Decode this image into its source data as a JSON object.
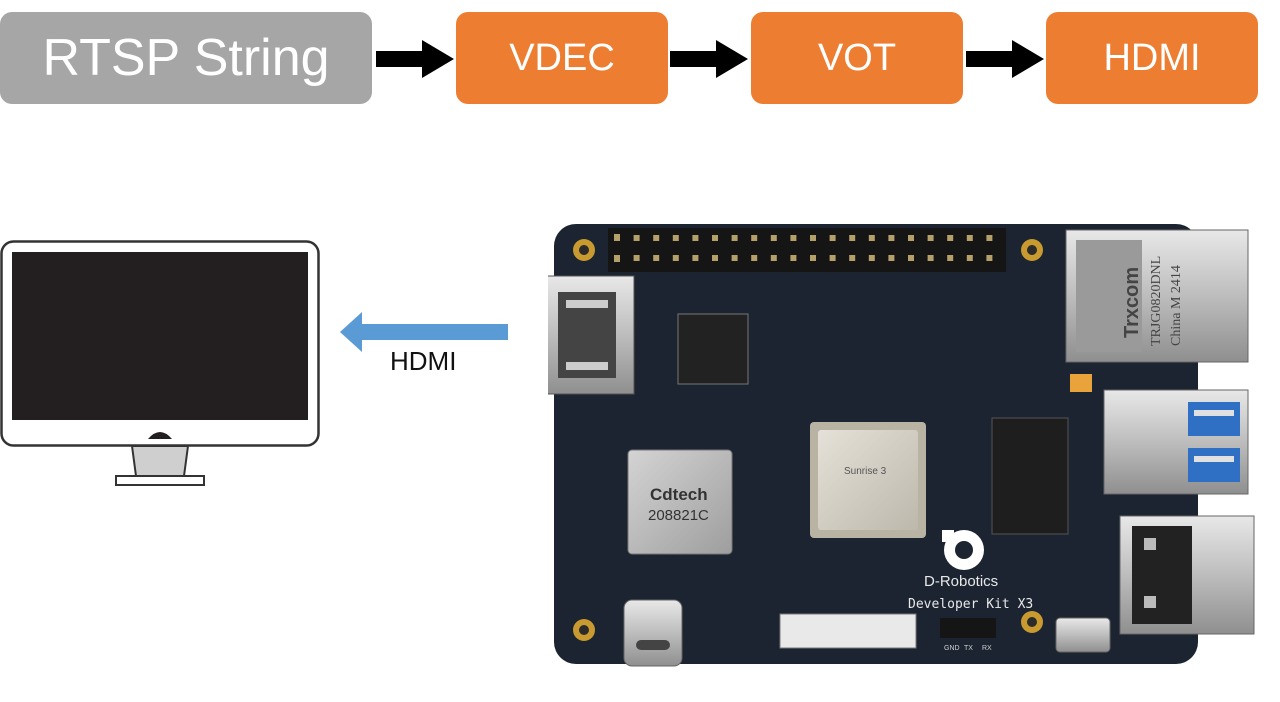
{
  "pipeline": {
    "source": "RTSP String",
    "steps": [
      "VDEC",
      "VOT",
      "HDMI"
    ]
  },
  "output_label": "HDMI",
  "board": {
    "module_brand": "Cdtech",
    "module_model": "208821C",
    "brand": "D-Robotics",
    "kit_name": "Developer Kit X3",
    "chip": "Sunrise 3",
    "jack_brand": "Trxcom",
    "jack_model": "TRJG0820DNL",
    "jack_origin": "China M 2414",
    "uart_labels": [
      "GND",
      "TX",
      "RX"
    ]
  },
  "colors": {
    "source_box": "#a6a6a6",
    "step_box": "#ed7d31",
    "arrow": "#000000",
    "hdmi_arrow": "#5b9bd5"
  }
}
